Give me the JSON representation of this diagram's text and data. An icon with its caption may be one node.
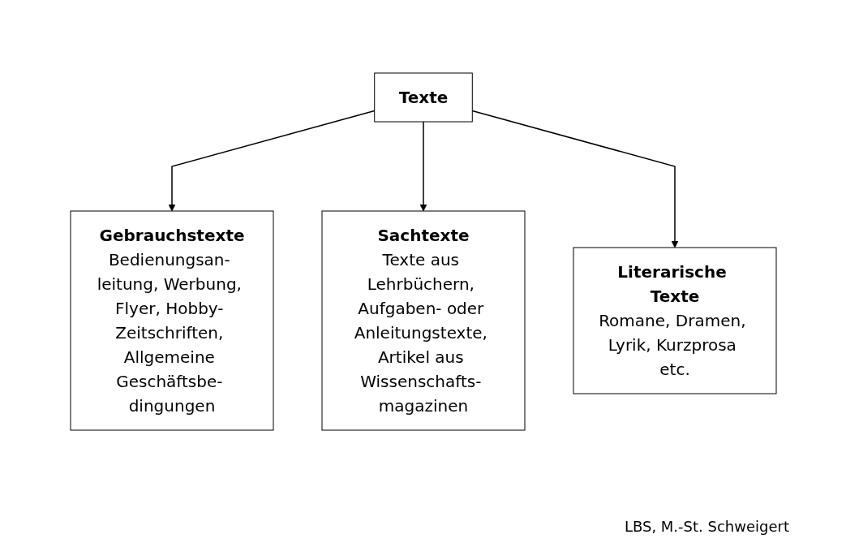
{
  "diagram": {
    "nodes": [
      {
        "text": [
          "Texte"
        ]
      },
      {
        "text": [
          "Gebrauchstexte",
          "Bedienungsan- leitung, Werbung, Flyer, Hobby- Zeitschriften, Allgemeine Geschäftsbe- dingungen"
        ]
      },
      {
        "text": [
          "Sachtexte",
          "Texte aus Lehrbüchern, Aufgaben- oder Anleitungstexte, Artikel aus Wissenschafts- magazinen"
        ]
      },
      {
        "text": [
          "Literarische Texte",
          "Romane, Dramen, Lyrik, Kurzprosa etc."
        ]
      }
    ],
    "edges": [
      {
        "from": 0,
        "to": 1,
        "arrow": "to"
      },
      {
        "from": 0,
        "to": 2,
        "arrow": "to"
      },
      {
        "from": 0,
        "to": 3,
        "arrow": "to"
      }
    ],
    "labels": [
      "LBS, M.-St. Schweigert"
    ]
  }
}
